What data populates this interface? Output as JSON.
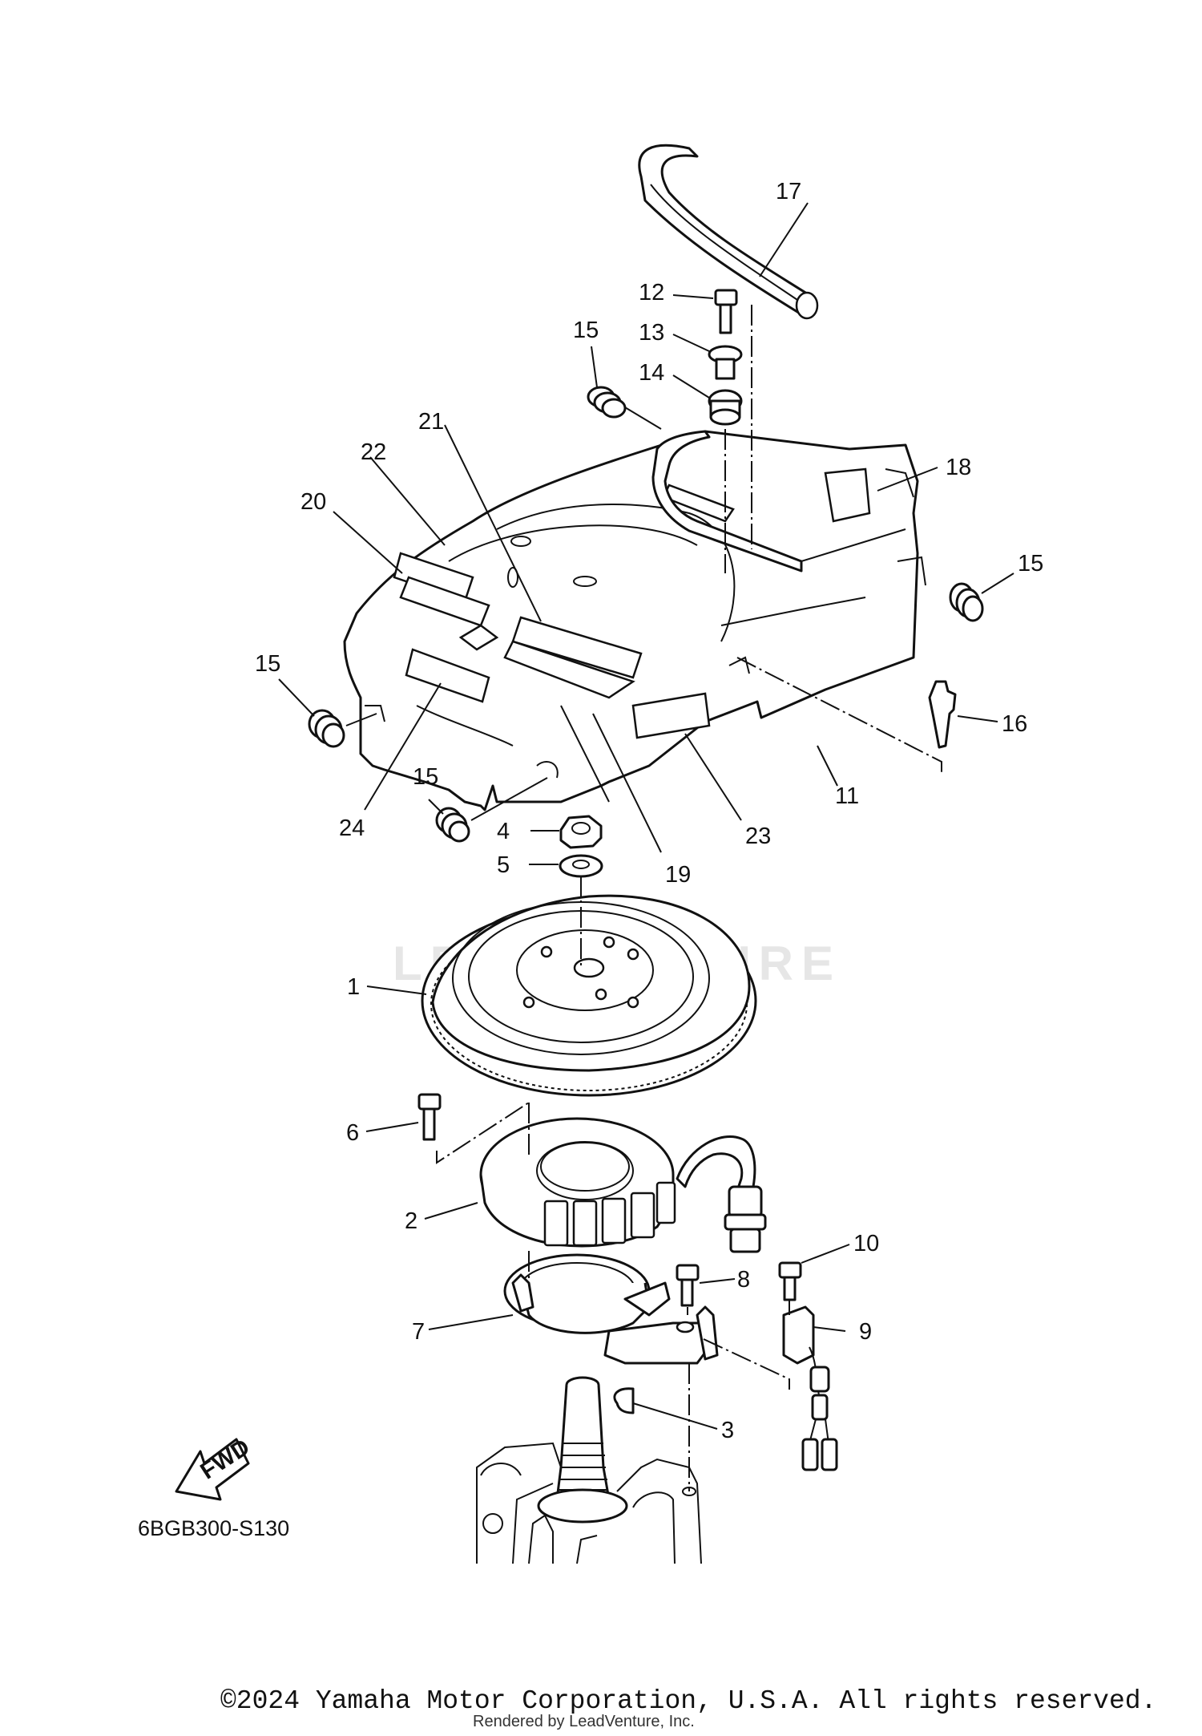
{
  "diagram": {
    "reference_code": "6BGB300-S130",
    "watermark": "LEADVENTURE",
    "fwd_label": "FWD",
    "callouts": [
      {
        "id": "c1",
        "label": "1"
      },
      {
        "id": "c2",
        "label": "2"
      },
      {
        "id": "c3",
        "label": "3"
      },
      {
        "id": "c4",
        "label": "4"
      },
      {
        "id": "c5",
        "label": "5"
      },
      {
        "id": "c6",
        "label": "6"
      },
      {
        "id": "c7",
        "label": "7"
      },
      {
        "id": "c8",
        "label": "8"
      },
      {
        "id": "c9",
        "label": "9"
      },
      {
        "id": "c10",
        "label": "10"
      },
      {
        "id": "c11",
        "label": "11"
      },
      {
        "id": "c12",
        "label": "12"
      },
      {
        "id": "c13",
        "label": "13"
      },
      {
        "id": "c14",
        "label": "14"
      },
      {
        "id": "c15a",
        "label": "15"
      },
      {
        "id": "c15b",
        "label": "15"
      },
      {
        "id": "c15c",
        "label": "15"
      },
      {
        "id": "c15d",
        "label": "15"
      },
      {
        "id": "c16",
        "label": "16"
      },
      {
        "id": "c17",
        "label": "17"
      },
      {
        "id": "c18",
        "label": "18"
      },
      {
        "id": "c19",
        "label": "19"
      },
      {
        "id": "c20",
        "label": "20"
      },
      {
        "id": "c21",
        "label": "21"
      },
      {
        "id": "c22",
        "label": "22"
      },
      {
        "id": "c23",
        "label": "23"
      },
      {
        "id": "c24",
        "label": "24"
      }
    ]
  },
  "footer": {
    "copyright": "©2024 Yamaha Motor Corporation, U.S.A. All rights reserved.",
    "rendered_by": "Rendered by LeadVenture, Inc."
  }
}
